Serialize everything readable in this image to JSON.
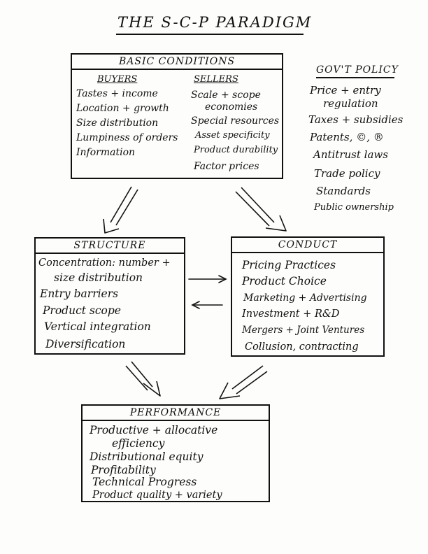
{
  "title": "THE S-C-P PARADIGM",
  "basic_conditions": {
    "heading": "BASIC CONDITIONS",
    "buyers": {
      "heading": "BUYERS",
      "items": [
        "Tastes + income",
        "Location + growth",
        "Size distribution",
        "Lumpiness of orders",
        "Information"
      ]
    },
    "sellers": {
      "heading": "SELLERS",
      "items": [
        "Scale + scope",
        "economies",
        "Special resources",
        "Asset specificity",
        "Product durability",
        "Factor prices"
      ]
    }
  },
  "govt_policy": {
    "heading": "GOV'T POLICY",
    "items": [
      "Price + entry",
      "regulation",
      "Taxes + subsidies",
      "Patents, ©, ®",
      "Antitrust laws",
      "Trade policy",
      "Standards",
      "Public ownership"
    ]
  },
  "structure": {
    "heading": "STRUCTURE",
    "items": [
      "Concentration: number +",
      "size distribution",
      "Entry barriers",
      "Product scope",
      "Vertical integration",
      "Diversification"
    ]
  },
  "conduct": {
    "heading": "CONDUCT",
    "items": [
      "Pricing Practices",
      "Product Choice",
      "Marketing + Advertising",
      "Investment + R&D",
      "Mergers + Joint Ventures",
      "Collusion, contracting"
    ]
  },
  "performance": {
    "heading": "PERFORMANCE",
    "items": [
      "Productive + allocative",
      "efficiency",
      "Distributional equity",
      "Profitability",
      "Technical Progress",
      "Product quality + variety"
    ]
  }
}
